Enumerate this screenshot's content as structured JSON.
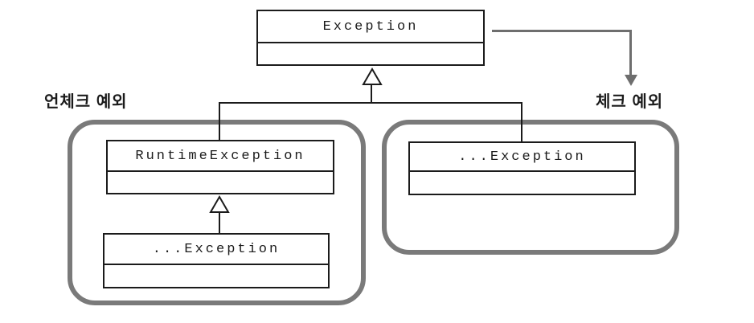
{
  "colors": {
    "background": "#ffffff",
    "box_border": "#1b1b1b",
    "group_border": "#7a7a7a",
    "arrow": "#6e6e6e",
    "text": "#1b1b1b"
  },
  "nodes": {
    "exception": {
      "label": "Exception"
    },
    "runtime_exception": {
      "label": "RuntimeException"
    },
    "unchecked_sub": {
      "label": "...Exception"
    },
    "checked_sub": {
      "label": "...Exception"
    }
  },
  "groups": {
    "unchecked": {
      "label": "언체크 예외"
    },
    "checked": {
      "label": "체크 예외"
    }
  }
}
